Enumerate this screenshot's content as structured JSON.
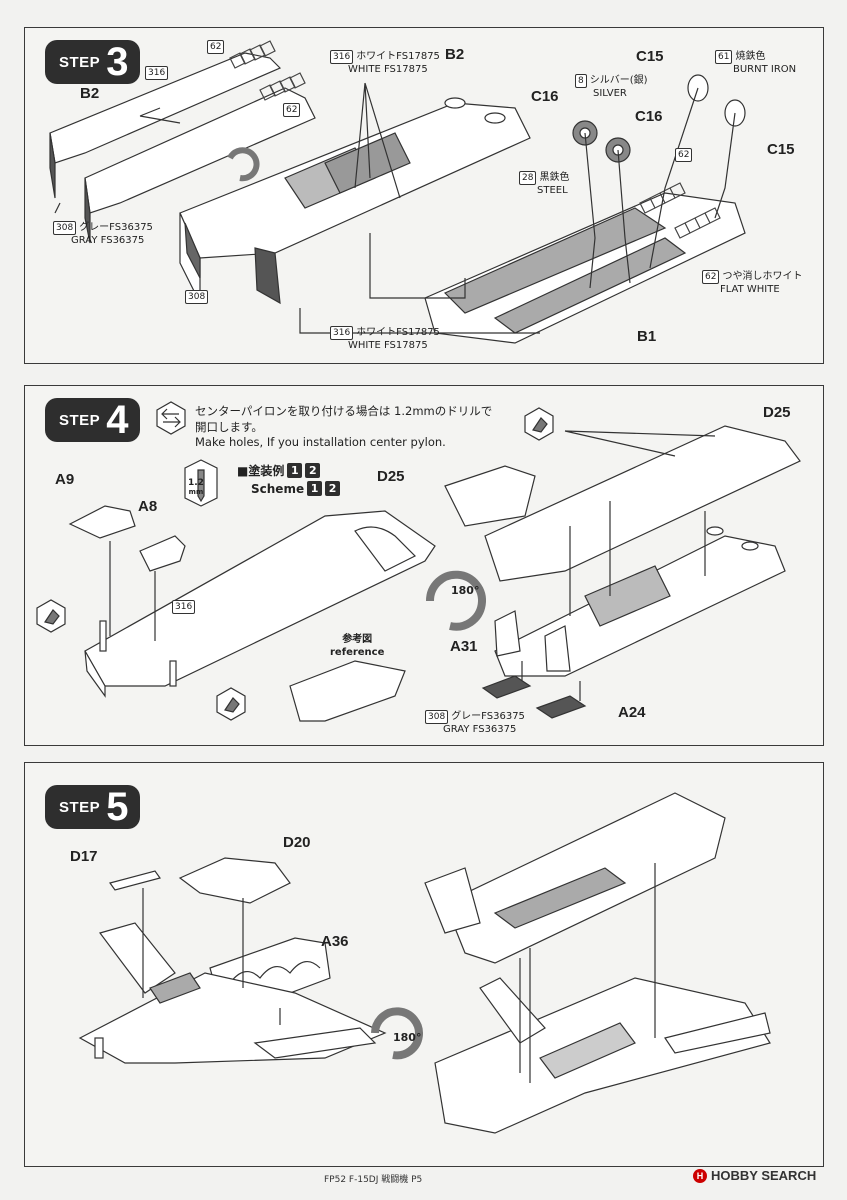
{
  "step3": {
    "step_word": "STEP",
    "step_num": "3",
    "parts": {
      "b2_left": "B2",
      "b2_right": "B2",
      "b1": "B1",
      "c15_top": "C15",
      "c15_right": "C15",
      "c16_left": "C16",
      "c16_right": "C16"
    },
    "callouts": {
      "c62a": "62",
      "c62b": "62",
      "c62c": "62",
      "c316a": "316",
      "c316b": "316",
      "white_a_jp": "ホワイトFS17875",
      "white_a_en": "WHITE FS17875",
      "c316c": "316",
      "white_b_jp": "ホワイトFS17875",
      "white_b_en": "WHITE FS17875",
      "c308": "308",
      "gray_jp": "グレーFS36375",
      "gray_en": "GRAY FS36375",
      "c308b": "308",
      "c8": "8",
      "silver_jp": "シルバー(銀)",
      "silver_en": "SILVER",
      "c28": "28",
      "steel_jp": "黒鉄色",
      "steel_en": "STEEL",
      "c61": "61",
      "burnt_jp": "焼鉄色",
      "burnt_en": "BURNT IRON",
      "c62d": "62",
      "flat_jp": "つや消しホワイト",
      "flat_en": "FLAT WHITE"
    }
  },
  "step4": {
    "step_word": "STEP",
    "step_num": "4",
    "drill_note_jp_1": "センターパイロンを取り付ける場合は 1.2mmのドリルで",
    "drill_note_jp_2": "開口します。",
    "drill_note_en": "Make holes, If you installation center pylon.",
    "drill_size": "1.2",
    "drill_unit": "mm",
    "scheme_jp": "■塗装例",
    "scheme_en": "Scheme",
    "scheme_1": "1",
    "scheme_2": "2",
    "parts": {
      "a9": "A9",
      "a8": "A8",
      "d25_left": "D25",
      "d25_right": "D25",
      "a31": "A31",
      "a24": "A24"
    },
    "reference_jp": "参考図",
    "reference_en": "reference",
    "rotate": "180°",
    "callouts": {
      "c316": "316",
      "c308": "308",
      "gray_jp": "グレーFS36375",
      "gray_en": "GRAY FS36375"
    }
  },
  "step5": {
    "step_word": "STEP",
    "step_num": "5",
    "parts": {
      "d17": "D17",
      "d20": "D20",
      "a36": "A36"
    },
    "rotate": "180°"
  },
  "footer": {
    "text": "FP52 F-15DJ 戦闘機 P5",
    "brand": "HOBBY SEARCH"
  }
}
